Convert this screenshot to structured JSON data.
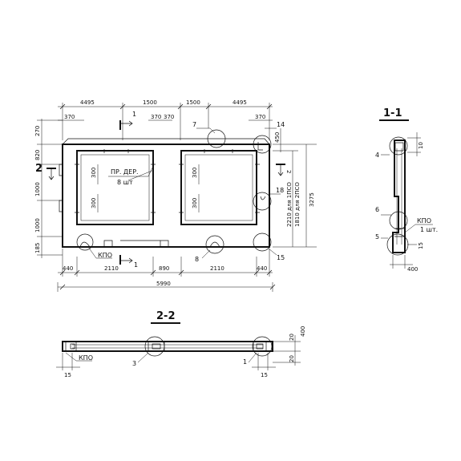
{
  "dims_top": [
    "4495",
    "1500",
    "1500",
    "4495"
  ],
  "dims_sub": [
    "370",
    "370",
    "370",
    "370"
  ],
  "dims_left": [
    "270",
    "820",
    "1000",
    "1000",
    "185"
  ],
  "dims_bottom": [
    "440",
    "2110",
    "890",
    "2110",
    "440"
  ],
  "total_width": "5990",
  "dims_right": {
    "d450": "450",
    "d2210": "2210 для 1ПСО",
    "d1810": "1810 для 2ПСО",
    "d3275": "3275"
  },
  "inner_dims": [
    "300",
    "300",
    "300",
    "300"
  ],
  "callouts": {
    "c7": "7",
    "c14": "14",
    "c18": "18",
    "c15": "15",
    "c8": "8",
    "c4": "4",
    "c6": "6",
    "c5": "5",
    "c3": "3",
    "c1": "1"
  },
  "section_marks": {
    "s1": "1",
    "s1b": "1",
    "s2": "2",
    "s2b": "2"
  },
  "note_pr": "ПР. ДЕР.",
  "note_qty": "8 шт",
  "kpo": "КПО",
  "kpo_qty": "1 шт.",
  "kpo_b": "КПО",
  "kpo_c": "КПО",
  "section_1_title": "1-1",
  "section_2_title": "2-2",
  "sec1_dims": {
    "d10": "10",
    "d400": "400",
    "d15": "15"
  },
  "sec2_dims": {
    "d20a": "20",
    "d400": "400",
    "d20b": "20",
    "d15a": "15",
    "d15b": "15"
  }
}
